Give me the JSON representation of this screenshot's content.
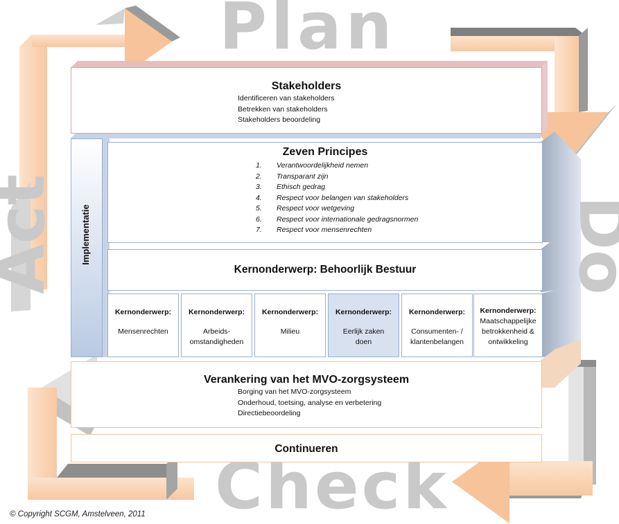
{
  "cycle": {
    "plan": "Plan",
    "do": "Do",
    "check": "Check",
    "act": "Act"
  },
  "stakeholders": {
    "title": "Stakeholders",
    "items": [
      "Identificeren van stakeholders",
      "Betrekken van stakeholders",
      "Stakeholders beoordeling"
    ]
  },
  "implementatie": "Implementatie",
  "principes": {
    "title": "Zeven Principes",
    "items": [
      {
        "num": "1.",
        "text": "Verantwoordelijkheid nemen"
      },
      {
        "num": "2.",
        "text": "Transparant zijn"
      },
      {
        "num": "3.",
        "text": "Ethisch gedrag"
      },
      {
        "num": "4.",
        "text": "Respect voor belangen van stakeholders"
      },
      {
        "num": "5.",
        "text": "Respect voor wetgeving"
      },
      {
        "num": "6.",
        "text": "Respect voor internationale gedragsnormen"
      },
      {
        "num": "7.",
        "text": "Respect voor mensenrechten"
      }
    ]
  },
  "bestuur": "Kernonderwerp: Behoorlijk Bestuur",
  "kernonderwerpen": [
    {
      "heading": "Kernonderwerp:",
      "text": "Mensenrechten"
    },
    {
      "heading": "Kernonderwerp:",
      "text": "Arbeids-\nomstandigheden"
    },
    {
      "heading": "Kernonderwerp:",
      "text": "Milieu"
    },
    {
      "heading": "Kernonderwerp:",
      "text": "Eerlijk zaken\ndoen"
    },
    {
      "heading": "Kernonderwerp:",
      "text": "Consumenten- /\nklantenbelangen"
    },
    {
      "heading": "Kernonderwerp:",
      "text": "Maatschappelijke\nbetrokkenheid &\nontwikkeling"
    }
  ],
  "verankering": {
    "title": "Verankering van het MVO-zorgsysteem",
    "items": [
      "Borging van het MVO-zorgsysteem",
      "Onderhoud, toetsing, analyse en verbetering",
      "Directiebeoordeling"
    ]
  },
  "continueren": "Continueren",
  "copyright": "© Copyright SCGM, Amstelveen, 2011",
  "colors": {
    "arrow_peach": "#f9cfae",
    "arrow_shadow": "#8d8d8d",
    "big_text_gray": "#c9c9c9",
    "frame_blue": "#9aaed0",
    "box_red": "#d9a2a2",
    "box_orange": "#f3c497"
  }
}
